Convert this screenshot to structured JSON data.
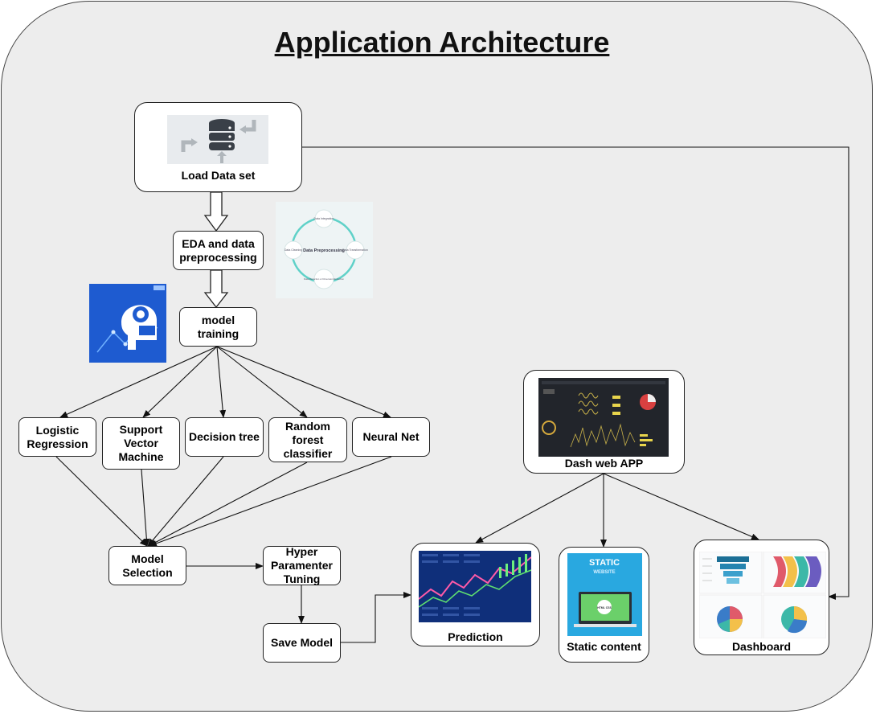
{
  "title": "Application Architecture",
  "nodes": {
    "load_data": "Load Data set",
    "eda": "EDA and data preprocessing",
    "model_training": "model training",
    "logistic": "Logistic Regression",
    "svm": "Support Vector Machine",
    "decision_tree": "Decision tree",
    "random_forest": "Random forest classifier",
    "neural_net": "Neural Net",
    "model_selection": "Model Selection",
    "hyper": "Hyper Paramenter Tuning",
    "save_model": "Save Model",
    "dash": "Dash web APP",
    "prediction": "Prediction",
    "static": "Static content",
    "dashboard": "Dashboard"
  },
  "thumbnails": {
    "preprocessing_cycle": {
      "center": "Data Preprocessing",
      "steps": [
        "Data Integration",
        "Data Transformation",
        "Data Reduction or Dimension Reduction",
        "Data Cleaning"
      ]
    },
    "static_site": {
      "heading": "STATIC",
      "sub": "WEBSITE",
      "badge": "HTML CSS"
    }
  },
  "colors": {
    "panel": "#ededed",
    "stroke": "#222222",
    "static_bg": "#29a8e0",
    "cycle": "#5fd1c8"
  }
}
